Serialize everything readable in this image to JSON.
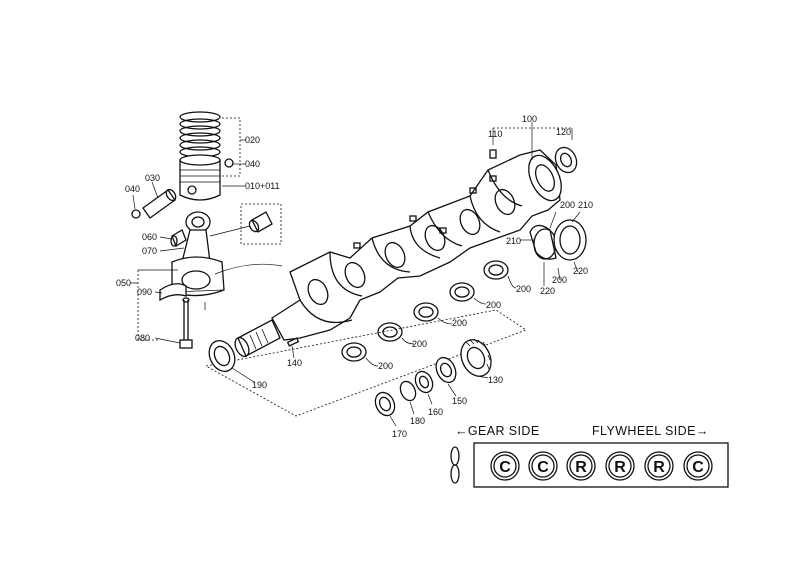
{
  "parts": {
    "p020": "020",
    "p040a": "040",
    "p010": "010+011",
    "p040b": "040",
    "p030": "030",
    "p070": "070",
    "p060": "060",
    "p050": "050",
    "p090": "090",
    "p080": "080",
    "p100": "100",
    "p110": "110",
    "p120": "120",
    "p200a": "200",
    "p210a": "210",
    "p210b": "210",
    "p200b": "200",
    "p220a": "220",
    "p220b": "220",
    "p200c": "200",
    "p200d": "200",
    "p200e": "200",
    "p200f": "200",
    "p200g": "200",
    "p190": "190",
    "p140": "140",
    "p130": "130",
    "p150": "150",
    "p160": "160",
    "p180": "180",
    "p170": "170"
  },
  "legend": {
    "gear_side": "←GEAR SIDE",
    "flywheel_side": "FLYWHEEL SIDE→",
    "symbols": [
      "C",
      "C",
      "R",
      "R",
      "R",
      "C"
    ]
  }
}
